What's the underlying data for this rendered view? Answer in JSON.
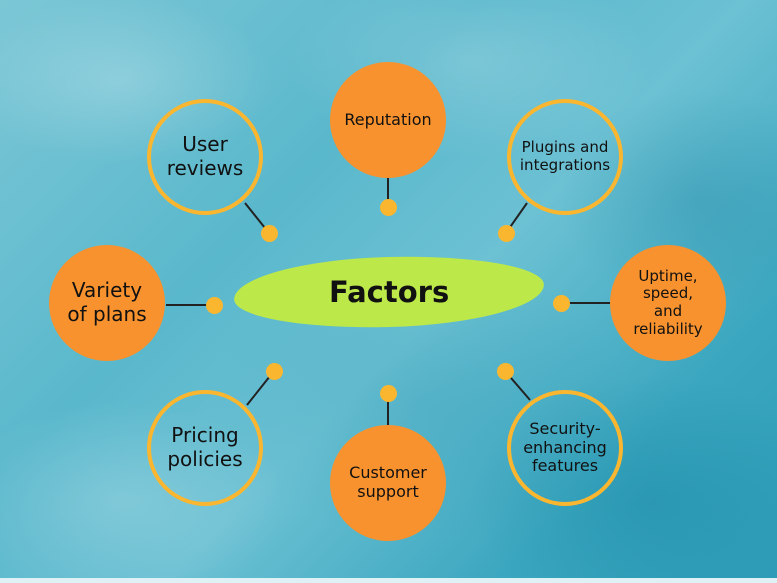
{
  "diagram": {
    "type": "mind-map",
    "center": {
      "label": "Factors",
      "color": "#bde84a"
    },
    "colors": {
      "filled_node": "#f7922e",
      "outline_node": "#fbb630",
      "connector_dot": "#fbb630",
      "line": "#222222"
    },
    "nodes": [
      {
        "id": "reputation",
        "label": "Reputation",
        "style": "filled",
        "position": "top"
      },
      {
        "id": "plugins",
        "label": "Plugins and integrations",
        "style": "outline",
        "position": "top-right"
      },
      {
        "id": "uptime",
        "label": "Uptime, speed, and reliability",
        "style": "filled",
        "position": "right"
      },
      {
        "id": "security",
        "label": "Security-enhancing features",
        "style": "outline",
        "position": "bottom-right"
      },
      {
        "id": "customer-support",
        "label": "Customer support",
        "style": "filled",
        "position": "bottom"
      },
      {
        "id": "pricing",
        "label": "Pricing policies",
        "style": "outline",
        "position": "bottom-left"
      },
      {
        "id": "variety",
        "label": "Variety of plans",
        "style": "filled",
        "position": "left"
      },
      {
        "id": "user-reviews",
        "label": "User reviews",
        "style": "outline",
        "position": "top-left"
      }
    ],
    "labels": {
      "reputation": [
        "Reputation"
      ],
      "plugins": [
        "Plugins and",
        "integrations"
      ],
      "uptime": [
        "Uptime,",
        "speed,",
        "and",
        "reliability"
      ],
      "security": [
        "Security-",
        "enhancing",
        "features"
      ],
      "customer_support": [
        "Customer",
        "support"
      ],
      "pricing": [
        "Pricing",
        "policies"
      ],
      "variety": [
        "Variety",
        "of plans"
      ],
      "user_reviews": [
        "User",
        "reviews"
      ]
    }
  }
}
